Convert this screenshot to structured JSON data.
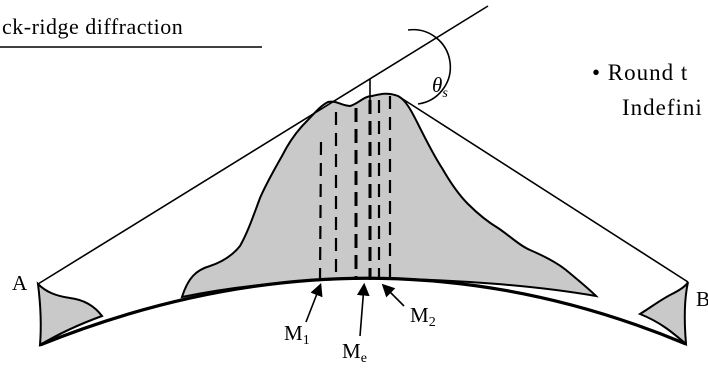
{
  "heading": "ck-ridge diffraction",
  "notes": {
    "line1": "• Round t",
    "line2": "Indefini"
  },
  "labels": {
    "point_a": "A",
    "point_b": "B",
    "angle_symbol": "θ",
    "angle_sub": "s",
    "m1": "M",
    "m1_sub": "1",
    "me": "M",
    "me_sub": "e",
    "m2": "M",
    "m2_sub": "2"
  }
}
